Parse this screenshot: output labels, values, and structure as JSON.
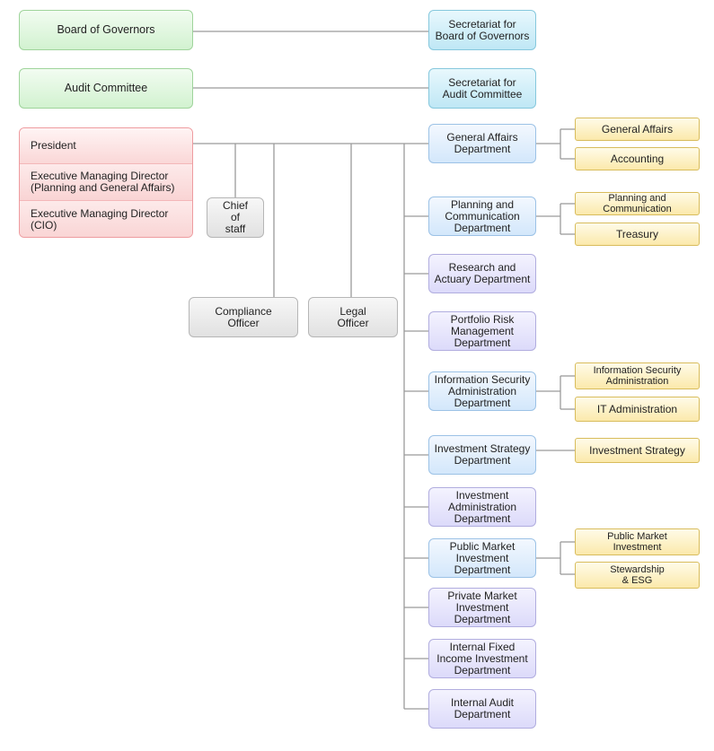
{
  "governance": {
    "board": "Board of Governors",
    "audit_committee": "Audit Committee",
    "secretariat_board": "Secretariat for\nBoard of Governors",
    "secretariat_audit": "Secretariat for\nAudit Committee"
  },
  "executive": {
    "president": "President",
    "emd_planning": "Executive Managing Director\n(Planning and General Affairs)",
    "emd_cio": "Executive Managing Director\n(CIO)",
    "chief_of_staff": "Chief\nof\nstaff",
    "compliance_officer": "Compliance\nOfficer",
    "legal_officer": "Legal\nOfficer"
  },
  "departments": [
    "General Affairs\nDepartment",
    "Planning and\nCommunication\nDepartment",
    "Research and\nActuary Department",
    "Portfolio Risk\nManagement\nDepartment",
    "Information Security\nAdministration\nDepartment",
    "Investment Strategy\nDepartment",
    "Investment\nAdministration\nDepartment",
    "Public Market\nInvestment\nDepartment",
    "Private Market\nInvestment\nDepartment",
    "Internal Fixed\nIncome Investment\nDepartment",
    "Internal Audit\nDepartment"
  ],
  "divisions": {
    "general_affairs": "General Affairs",
    "accounting": "Accounting",
    "planning_communication": "Planning and\nCommunication",
    "treasury": "Treasury",
    "info_security_admin": "Information Security\nAdministration",
    "it_admin": "IT Administration",
    "investment_strategy": "Investment Strategy",
    "public_market_investment": "Public Market\nInvestment",
    "stewardship_esg": "Stewardship\n& ESG"
  },
  "colors": {
    "line": "#9a9a9a",
    "governance": "#d2f2d0",
    "secretariat": "#bfe7f5",
    "president": "#fad7d7",
    "department_blue": "#d3e7fb",
    "department_purple": "#dcdafa",
    "division": "#fbe9ab",
    "officer": "#e1e1e1"
  }
}
